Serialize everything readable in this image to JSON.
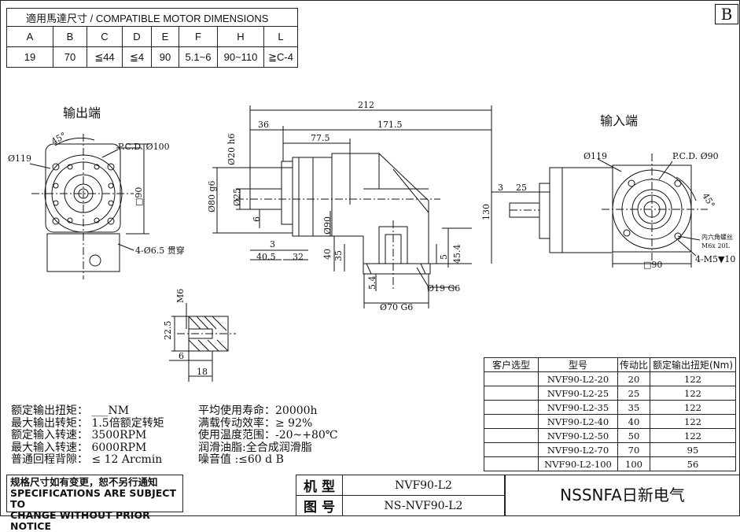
{
  "sheet_letter": "B",
  "compat": {
    "title": "適用馬達尺寸 / COMPATIBLE MOTOR DIMENSIONS",
    "headers": [
      "A",
      "B",
      "C",
      "D",
      "E",
      "F",
      "H",
      "L"
    ],
    "values": [
      "19",
      "70",
      "≦44",
      "≦4",
      "90",
      "5.1~6",
      "90~110",
      "≧C-4"
    ]
  },
  "views": {
    "output_label": "输出端",
    "input_label": "输入端"
  },
  "dims": {
    "out_d119": "Ø119",
    "out_angle": "45°",
    "out_pcd": "P.C.D. Ø100",
    "out_sq90": "□90",
    "out_holes": "4-Ø6.5 贯穿",
    "total_212": "212",
    "d36": "36",
    "d171_5": "171.5",
    "d77_5": "77.5",
    "d20": "Ø20 h6",
    "d25": "Ø25",
    "d80": "Ø80 g6",
    "d6": "6",
    "d90v": "Ø90",
    "d130": "130",
    "d3": "3",
    "d40_5": "40.5",
    "d32": "32",
    "d40": "40",
    "d35": "35",
    "d5": "5",
    "d45_4": "45.4",
    "d19g6": "Ø19 G6",
    "d5_4": "5.4",
    "d70g6": "Ø70 G6",
    "key_m6": "M6",
    "key_22_5": "22.5",
    "key_6": "6",
    "key_18": "18",
    "in_d119": "Ø119",
    "in_pcd": "P.C.D. Ø90",
    "in_angle": "45°",
    "in_3": "3",
    "in_25": "25",
    "in_note1": "内六角螺丝",
    "in_note2": "M6x 20L",
    "in_sq90": "□90",
    "in_holes": "4-M5▼10"
  },
  "specs_left": [
    "额定输出扭矩：   ___NM",
    "最大输出转矩：  1.5倍额定转矩",
    "额定输入转速：  3500RPM",
    "最大输入转速：  6000RPM",
    "普通回程背隙：  ≤ 12 Arcmin"
  ],
  "specs_right": [
    "平均使用寿命：20000h",
    "满载传动效率：≥  92%",
    "使用温度范围：-20~+80℃",
    "润滑油脂:全合成润滑脂",
    "噪音值        :≤60 d B"
  ],
  "models": {
    "headers": [
      "客户选型",
      "型号",
      "传动比",
      "额定输出扭矩(Nm)"
    ],
    "rows": [
      [
        "",
        "NVF90-L2-20",
        "20",
        "122"
      ],
      [
        "",
        "NVF90-L2-25",
        "25",
        "122"
      ],
      [
        "",
        "NVF90-L2-35",
        "35",
        "122"
      ],
      [
        "",
        "NVF90-L2-40",
        "40",
        "122"
      ],
      [
        "",
        "NVF90-L2-50",
        "50",
        "122"
      ],
      [
        "",
        "NVF90-L2-70",
        "70",
        "95"
      ],
      [
        "",
        "NVF90-L2-100",
        "100",
        "56"
      ]
    ]
  },
  "notice": {
    "line1": "规格尺寸如有变更，恕不另行通知",
    "line2": "SPECIFICATIONS ARE SUBJECT TO",
    "line3": "CHANGE WITHOUT PRIOR NOTICE"
  },
  "title_block": {
    "model_key": "机 型",
    "model_val": "NVF90-L2",
    "drawing_key": "图 号",
    "drawing_val": "NS-NVF90-L2",
    "company": "NSSNFA日新电气"
  }
}
